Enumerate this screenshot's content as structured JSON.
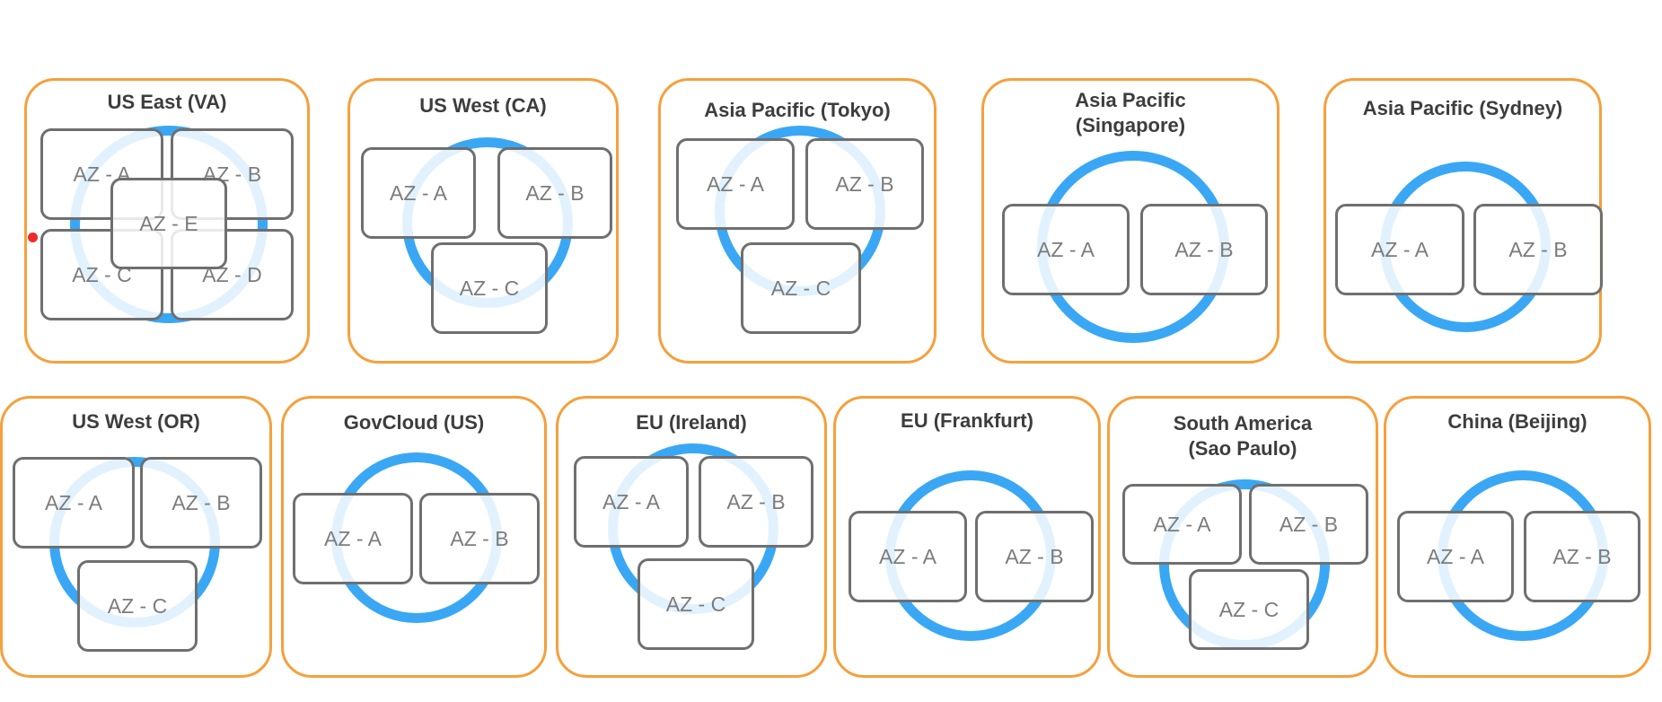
{
  "diagram": {
    "colors": {
      "region_border": "#f5a03c",
      "ring": "#3aa7f5",
      "zone_border": "#6f6f6f",
      "title_text": "#3d3d3d",
      "zone_text": "#7c7c7c"
    },
    "regions": [
      {
        "title": "US East (VA)",
        "zones": [
          "AZ - A",
          "AZ - B",
          "AZ - C",
          "AZ - D",
          "AZ - E"
        ]
      },
      {
        "title": "US West (CA)",
        "zones": [
          "AZ - A",
          "AZ - B",
          "AZ - C"
        ]
      },
      {
        "title": "Asia Pacific (Tokyo)",
        "zones": [
          "AZ - A",
          "AZ - B",
          "AZ - C"
        ]
      },
      {
        "title": "Asia Pacific\n(Singapore)",
        "zones": [
          "AZ - A",
          "AZ - B"
        ]
      },
      {
        "title": "Asia Pacific (Sydney)",
        "zones": [
          "AZ - A",
          "AZ - B"
        ]
      },
      {
        "title": "US West  (OR)",
        "zones": [
          "AZ - A",
          "AZ - B",
          "AZ - C"
        ]
      },
      {
        "title": "GovCloud (US)",
        "zones": [
          "AZ - A",
          "AZ - B"
        ]
      },
      {
        "title": "EU (Ireland)",
        "zones": [
          "AZ - A",
          "AZ - B",
          "AZ - C"
        ]
      },
      {
        "title": "EU (Frankfurt)",
        "zones": [
          "AZ - A",
          "AZ - B"
        ]
      },
      {
        "title": "South America\n(Sao Paulo)",
        "zones": [
          "AZ - A",
          "AZ - B",
          "AZ - C"
        ]
      },
      {
        "title": "China (Beijing)",
        "zones": [
          "AZ - A",
          "AZ - B"
        ]
      }
    ]
  }
}
